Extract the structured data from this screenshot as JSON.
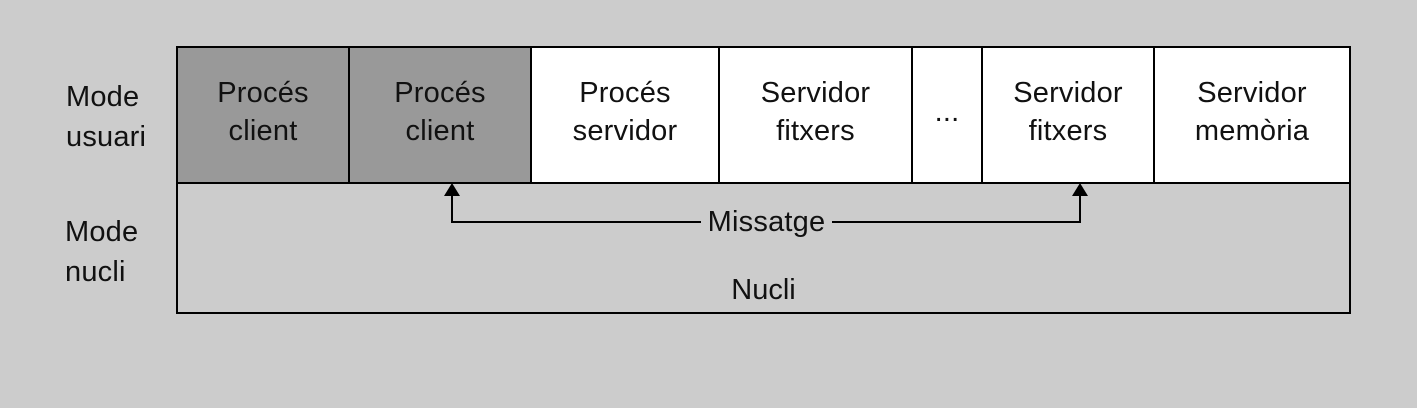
{
  "figure": {
    "title": "Microkernel client-server architecture (Catalan)",
    "background_color": "#cccccc",
    "left_labels": {
      "user_mode": "Mode\nusuari",
      "kernel_mode": "Mode\nnucli"
    },
    "user_row": {
      "cells": [
        {
          "label": "Procés\nclient",
          "type": "client"
        },
        {
          "label": "Procés\nclient",
          "type": "client"
        },
        {
          "label": "Procés\nservidor",
          "type": "server"
        },
        {
          "label": "Servidor\nfitxers",
          "type": "server"
        },
        {
          "label": "...",
          "type": "ellipsis"
        },
        {
          "label": "Servidor\nfitxers",
          "type": "server"
        },
        {
          "label": "Servidor\nmemòria",
          "type": "server"
        }
      ]
    },
    "kernel": {
      "label": "Nucli",
      "message_label": "Missatge"
    },
    "colors": {
      "client_box": "#999999",
      "server_box": "#ffffff",
      "kernel_bg": "#cccccc",
      "line": "#000000",
      "text": "#111111"
    }
  }
}
